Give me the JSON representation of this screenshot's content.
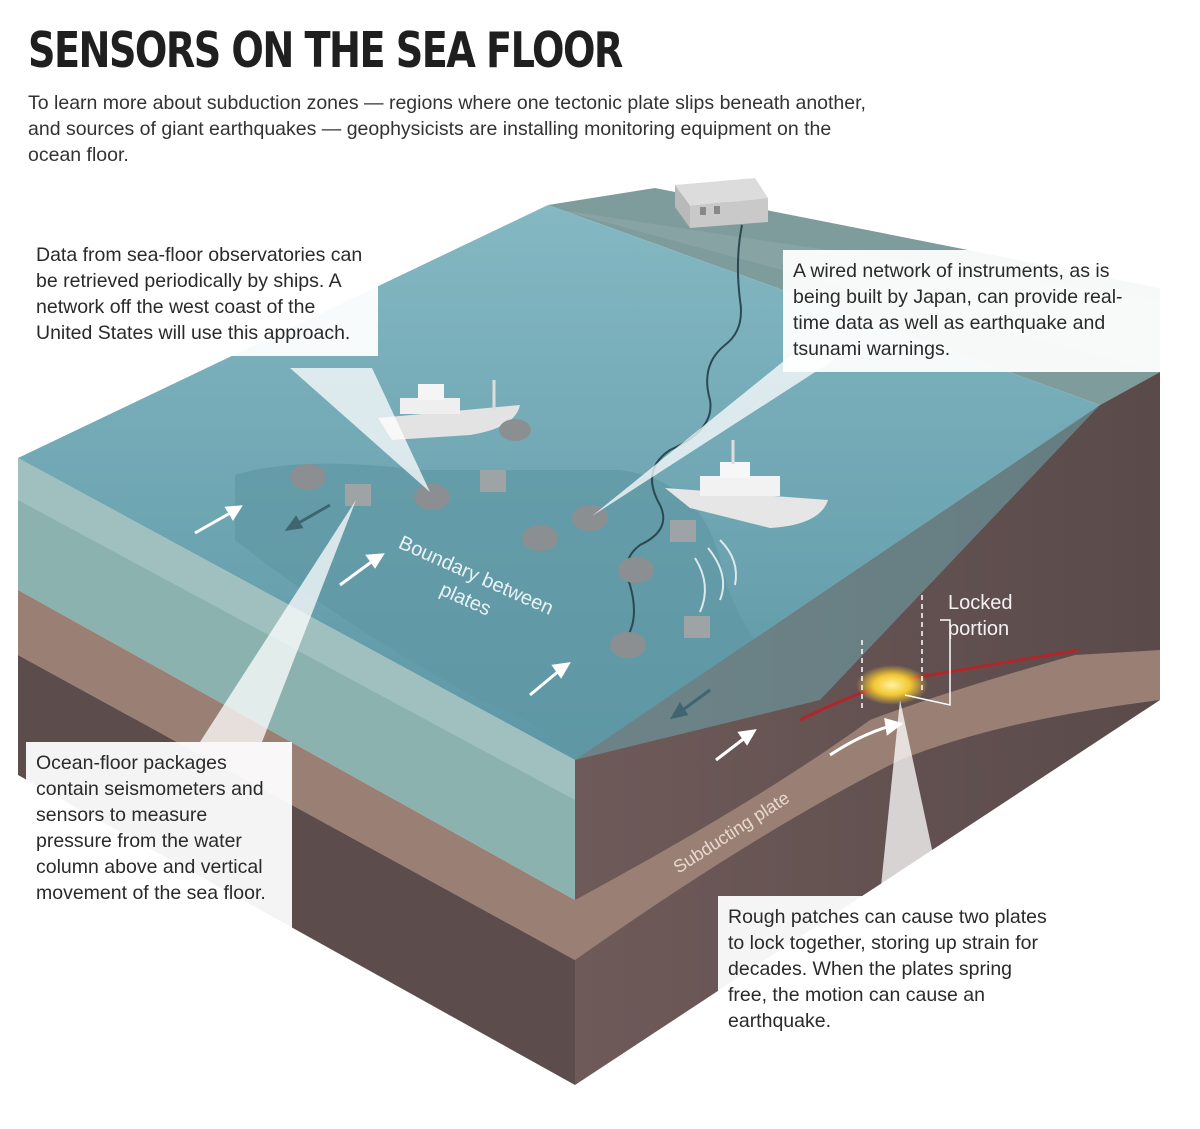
{
  "title": "SENSORS ON THE SEA FLOOR",
  "intro": "To learn more about subduction zones — regions where one tectonic plate slips beneath another, and sources of giant earthquakes — geophysicists are installing monitoring equipment on the ocean floor.",
  "callouts": {
    "ship_retrieval": "Data from sea-floor observatories can be retrieved periodically by ships. A network off the west coast of the United States will use this approach.",
    "wired_network": "A wired network of instruments, as is being built by Japan, can provide real-time data as well as earthquake and tsunami warnings.",
    "ocean_floor_packages": "Ocean-floor packages contain seismometers and sensors to measure pressure from the water column above and vertical movement of the sea floor.",
    "rough_patches": "Rough patches can cause two plates to lock together, storing up strain for decades. When the plates spring free, the motion can cause an earthquake."
  },
  "labels": {
    "boundary_line1": "Boundary between",
    "boundary_line2": "plates",
    "locked_line1": "Locked",
    "locked_line2": "portion",
    "subducting_plate": "Subducting plate"
  },
  "colors": {
    "water": "#6ea9b6",
    "water_deep": "#5c98a6",
    "land": "#7e9b9c",
    "block_front_top": "#8aa7a3",
    "crust_brown": "#9a7f74",
    "mantle_dark": "#5a4b4b",
    "locked_glow": "#f3c733",
    "fault_line": "#b2262b"
  }
}
